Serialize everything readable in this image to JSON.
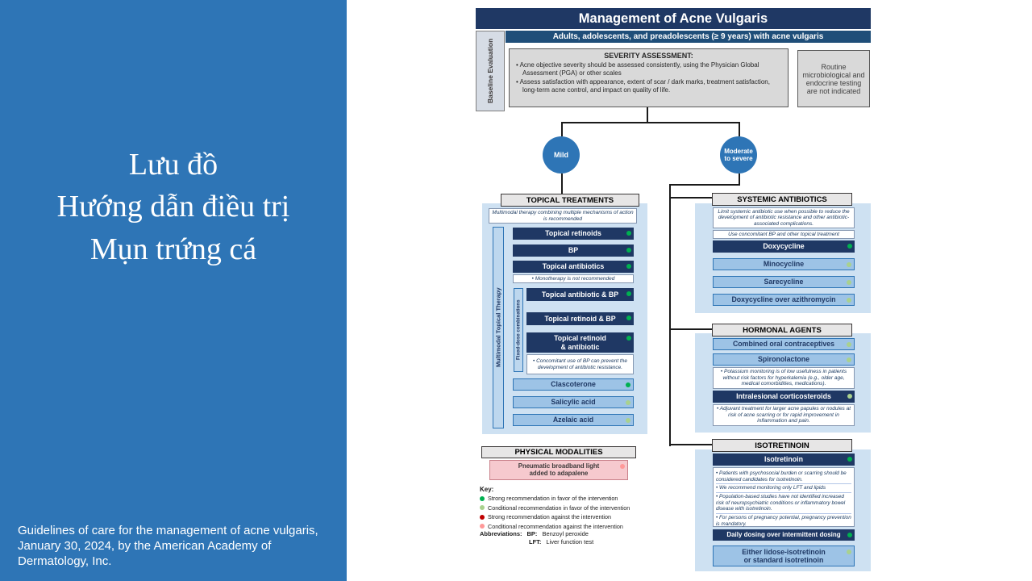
{
  "colors": {
    "accent_blue": "#2E75B6",
    "dark_navy": "#1F3864",
    "light_item_blue": "#9DC3E6",
    "panel_blue": "#CEE1F2",
    "pink_box": "#F6C9CE",
    "strong_for": "#00B050",
    "conditional_for": "#A9D18E",
    "strong_against": "#C00000",
    "conditional_against": "#FF9999"
  },
  "slide": {
    "title_line1": "Lưu đồ",
    "title_line2": "Hướng dẫn điều trị",
    "title_line3": "Mụn trứng cá",
    "citation": "Guidelines of care for the management of acne vulgaris,  January 30, 2024, by the American Academy of Dermatology, Inc."
  },
  "chart": {
    "title": "Management of Acne Vulgaris",
    "subtitle": "Adults, adolescents, and preadolescents (≥ 9 years) with acne vulgaris",
    "baseline_label": "Baseline  Evaluation",
    "severity_heading": "SEVERITY ASSESSMENT:",
    "severity_bullet1": "•  Acne objective severity should be assessed consistently, using the Physician Global Assessment (PGA) or other scales",
    "severity_bullet2": "•  Assess satisfaction with appearance, extent of scar / dark marks, treatment satisfaction, long-term acne control, and impact on quality of life.",
    "routine_note": "Routine microbiological and endocrine testing are not indicated",
    "mild_label": "Mild",
    "moderate_label": "Moderate\nto severe",
    "topical": {
      "header": "TOPICAL TREATMENTS",
      "intro_note": "Multimodal therapy combining multiple mechanisms of action is recommended",
      "group_label": "Multimodal Topical Therapy",
      "fixed_label": "Fixed-dose combinations",
      "mono_note": "• Monotherapy is not recommended",
      "combo_note": "• Concomitant use of BP can prevent the development of antibiotic resistance.",
      "items": [
        {
          "label": "Topical retinoids",
          "rec": "strong-for",
          "dot": "#00B050"
        },
        {
          "label": "BP",
          "rec": "strong-for",
          "dot": "#00B050"
        },
        {
          "label": "Topical antibiotics",
          "rec": "strong-for",
          "dot": "#00B050"
        },
        {
          "label": "Topical antibiotic & BP",
          "rec": "strong-for",
          "dot": "#00B050"
        },
        {
          "label": "Topical retinoid & BP",
          "rec": "strong-for",
          "dot": "#00B050"
        },
        {
          "label": "Topical retinoid\n& antibiotic",
          "rec": "strong-for",
          "dot": "#00B050"
        },
        {
          "label": "Clascoterone",
          "rec": "strong-for",
          "dot": "#00B050"
        },
        {
          "label": "Salicylic acid",
          "rec": "conditional-for",
          "dot": "#A9D18E"
        },
        {
          "label": "Azelaic acid",
          "rec": "conditional-for",
          "dot": "#A9D18E"
        }
      ]
    },
    "physical": {
      "header": "PHYSICAL MODALITIES",
      "item": {
        "label": "Pneumatic broadband light\nadded to adapalene",
        "rec": "conditional-against",
        "dot": "#FF9999"
      }
    },
    "systemic": {
      "header": "SYSTEMIC ANTIBIOTICS",
      "note1": "Limit systemic antibiotic use when possible to reduce the development of antibiotic resistance and other antibiotic-associated complications.",
      "note2": "Use concomitant BP and other topical treatment",
      "items": [
        {
          "label": "Doxycycline",
          "rec": "strong-for",
          "dot": "#00B050"
        },
        {
          "label": "Minocycline",
          "rec": "conditional-for",
          "dot": "#A9D18E"
        },
        {
          "label": "Sarecycline",
          "rec": "conditional-for",
          "dot": "#A9D18E"
        },
        {
          "label": "Doxycycline over azithromycin",
          "rec": "conditional-for",
          "dot": "#A9D18E"
        }
      ]
    },
    "hormonal": {
      "header": "HORMONAL AGENTS",
      "items": [
        {
          "label": "Combined oral contraceptives",
          "rec": "conditional-for",
          "dot": "#A9D18E"
        },
        {
          "label": "Spironolactone",
          "rec": "conditional-for",
          "dot": "#A9D18E"
        },
        {
          "label": "Intralesional corticosteroids",
          "rec": "conditional-for",
          "dot": "#A9D18E"
        }
      ],
      "spiro_note": "• Potassium monitoring is of low usefulness in patients without risk factors for hyperkalemia (e.g., older age, medical comorbidities, medications).",
      "cortico_note": "• Adjuvant treatment for larger acne papules or nodules at risk of acne scarring or for rapid improvement in inflammation and pain."
    },
    "isotretinoin": {
      "header": "ISOTRETINOIN",
      "main": {
        "label": "Isotretinoin",
        "rec": "strong-for",
        "dot": "#00B050"
      },
      "notes": [
        "• Patients with psychosocial burden or scarring should be considered candidates for isotretinoin.",
        "• We recommend monitoring only LFT and lipids",
        "• Population-based studies have not identified increased risk of neuropsychiatric conditions or inflammatory bowel disease with isotretinoin.",
        "• For persons of pregnancy potential, pregnancy prevention is mandatory."
      ],
      "dosing": {
        "label": "Daily dosing over intermittent dosing",
        "rec": "strong-for",
        "dot": "#00B050"
      },
      "formulation": {
        "label": "Either lidose-isotretinoin\nor standard isotretinoin",
        "rec": "conditional-for",
        "dot": "#A9D18E"
      }
    },
    "key": {
      "heading": "Key:",
      "entries": [
        {
          "color": "#00B050",
          "text": "Strong recommendation in favor of the intervention"
        },
        {
          "color": "#A9D18E",
          "text": "Conditional recommendation in favor of the intervention"
        },
        {
          "color": "#C00000",
          "text": "Strong recommendation against the intervention"
        },
        {
          "color": "#FF9999",
          "text": "Conditional recommendation against the intervention"
        }
      ]
    },
    "abbreviations": {
      "label": "Abbreviations:",
      "entries": [
        {
          "abbr": "BP:",
          "text": "Benzoyl peroxide"
        },
        {
          "abbr": "LFT:",
          "text": "Liver function test"
        }
      ]
    }
  }
}
